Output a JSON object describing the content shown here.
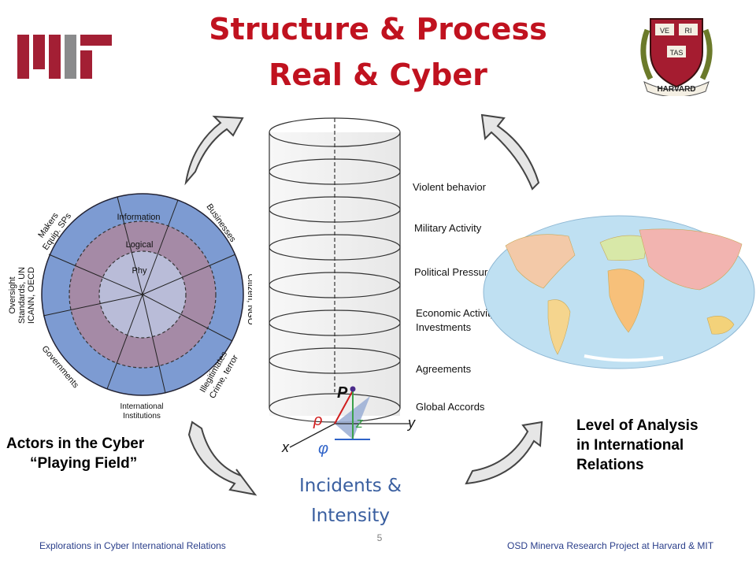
{
  "title": {
    "line1": "Structure & Process",
    "line2": "Real & Cyber"
  },
  "logos": {
    "left": "MIT",
    "right_shield": [
      "VE",
      "RI",
      "TAS"
    ],
    "right_banner": "HARVARD"
  },
  "actors_wheel": {
    "rings": [
      "Information",
      "Logical",
      "Phy"
    ],
    "sectors": [
      [
        "Makers",
        "Equip. SPs"
      ],
      [
        "Businesses"
      ],
      [
        "Citizen, NGO"
      ],
      [
        "Illegitimates",
        "Crime, terror"
      ],
      [
        "International",
        "Institutions"
      ],
      [
        "Governments"
      ],
      [
        "Oversight",
        "Standards, UN",
        "ICANN, OECD"
      ]
    ]
  },
  "cylinder": {
    "levels": [
      "Violent behavior",
      "Military  Activity",
      "Political Pressure",
      "Economic Activity/",
      "Investments",
      "Agreements",
      "Global Accords"
    ],
    "axis_labels": {
      "P": "P",
      "rho": "ρ",
      "z": "z",
      "phi": "φ",
      "x": "x",
      "y": "y"
    }
  },
  "captions": {
    "actors": [
      "Actors in the Cyber",
      "“Playing Field”"
    ],
    "analysis": [
      "Level of Analysis",
      "in International",
      "Relations"
    ],
    "incidents": [
      "Incidents &",
      "Intensity"
    ]
  },
  "footer": {
    "left": "Explorations in Cyber International Relations",
    "page": "5",
    "right": "OSD Minerva Research Project at Harvard & MIT"
  },
  "colors": {
    "title": "#c0121f",
    "outer_ring": "#7d9bd2",
    "middle_ring": "#a58aa6",
    "inner_ring": "#b9bcd8",
    "incidents": "#3a5fa0",
    "footer": "#2a3e8a"
  }
}
